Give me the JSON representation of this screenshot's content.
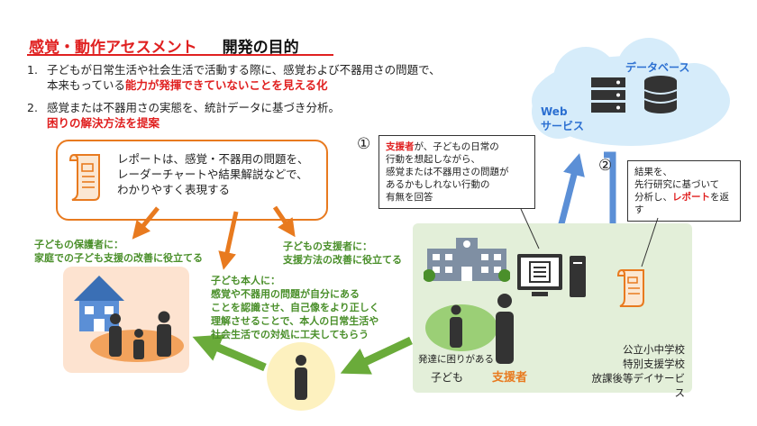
{
  "title": {
    "red": "感覚・動作アセスメント",
    "black": "開発の目的"
  },
  "items": [
    {
      "num": "1.",
      "line1": "子どもが日常生活や社会生活で活動する際に、感覚および不器用さの問題で、",
      "line2_plain": "本来もっている",
      "line2_red": "能力が発揮できていないことを見える化"
    },
    {
      "num": "2.",
      "line1": "感覚または不器用さの実態を、統計データに基づき分析。",
      "line2_red": "困りの解決方法を提案"
    }
  ],
  "report_box": {
    "lines": [
      "レポートは、感覚・不器用の問題を、",
      "レーダーチャートや結果解説などで、",
      "わかりやすく表現する"
    ]
  },
  "guardian": {
    "label": "子どもの保護者に：",
    "desc": "家庭での子ども支援の改善に役立てる"
  },
  "supporter_benefit": {
    "label": "子どもの支援者に：",
    "desc": "支援方法の改善に役立てる"
  },
  "child_self": {
    "label": "子ども本人に：",
    "lines": [
      "感覚や不器用の問題が自分にある",
      "ことを認識させ、自己像をより正しく",
      "理解させることで、本人の日常生活や",
      "社会生活での対処に工夫してもらう"
    ]
  },
  "cloud": {
    "db_label": "データベース",
    "web_label1": "Web",
    "web_label2": "サービス"
  },
  "step1": {
    "num": "①",
    "highlight": "支援者",
    "line1_rest": "が、子どもの日常の",
    "lines": [
      "行動を想起しながら、",
      "感覚または不器用さの問題が",
      "あるかもしれない行動の",
      "有無を回答"
    ]
  },
  "step2": {
    "num": "②",
    "lines": [
      "結果を、",
      "先行研究に基づいて"
    ],
    "line3_plain": "分析し、",
    "line3_red": "レポート",
    "line3_end": "を返す"
  },
  "panel": {
    "child_caption": "発達に困りがある",
    "child_label": "子ども",
    "supporter_label": "支援者",
    "facilities": [
      "公立小中学校",
      "特別支援学校",
      "放課後等デイサービス"
    ]
  },
  "colors": {
    "red": "#e02020",
    "orange": "#e87a1f",
    "green": "#6aab3a",
    "blue": "#5b8fd6",
    "panel": "#e3efd9",
    "cloud": "#d6ecfa"
  }
}
